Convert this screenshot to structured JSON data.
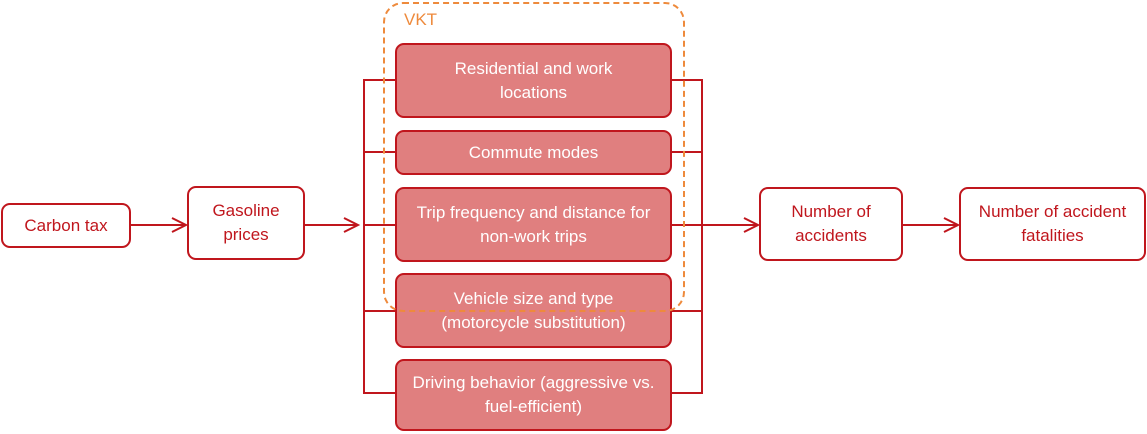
{
  "diagram": {
    "group_label": "VKT",
    "nodes": {
      "carbon_tax": "Carbon tax",
      "gasoline_prices": "Gasoline prices",
      "residential_work_locations": "Residential and work locations",
      "commute_modes": "Commute modes",
      "trip_frequency_distance": "Trip frequency and distance for non-work trips",
      "vehicle_size_type": "Vehicle size and type (motorcycle substitution)",
      "driving_behavior": "Driving behavior (aggressive vs. fuel-efficient)",
      "number_of_accidents": "Number of accidents",
      "number_of_accident_fatalities": "Number of accident fatalities"
    },
    "colors": {
      "outline_red": "#c0161d",
      "fill_pink": "#e07f7f",
      "vkt_orange": "#ee8a3c"
    },
    "edges": [
      {
        "from": "carbon_tax",
        "to": "gasoline_prices"
      },
      {
        "from": "gasoline_prices",
        "to": "channels"
      },
      {
        "from": "channels",
        "to": "number_of_accidents"
      },
      {
        "from": "number_of_accidents",
        "to": "number_of_accident_fatalities"
      }
    ]
  }
}
